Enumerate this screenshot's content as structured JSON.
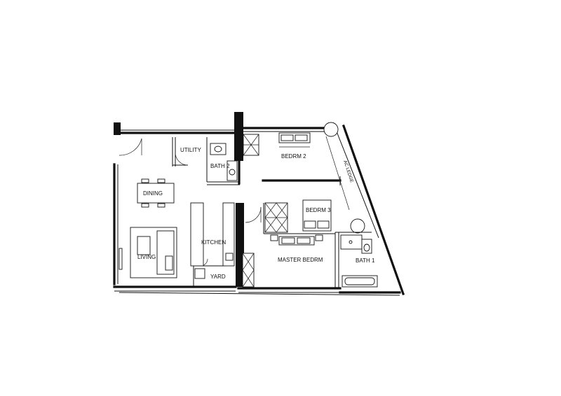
{
  "rooms": {
    "utility": "UTILITY",
    "bath2": "BATH 2",
    "bedrm2": "BEDRM 2",
    "ac_ledge": "AC LEDGE",
    "dining": "DINING",
    "bedrm3": "BEDRM 3",
    "kitchen": "KITCHEN",
    "living": "LIVING",
    "master_bedrm": "MASTER BEDRM",
    "bath1": "BATH 1",
    "yard": "YARD"
  },
  "colors": {
    "line": "#111111",
    "background": "#ffffff"
  }
}
